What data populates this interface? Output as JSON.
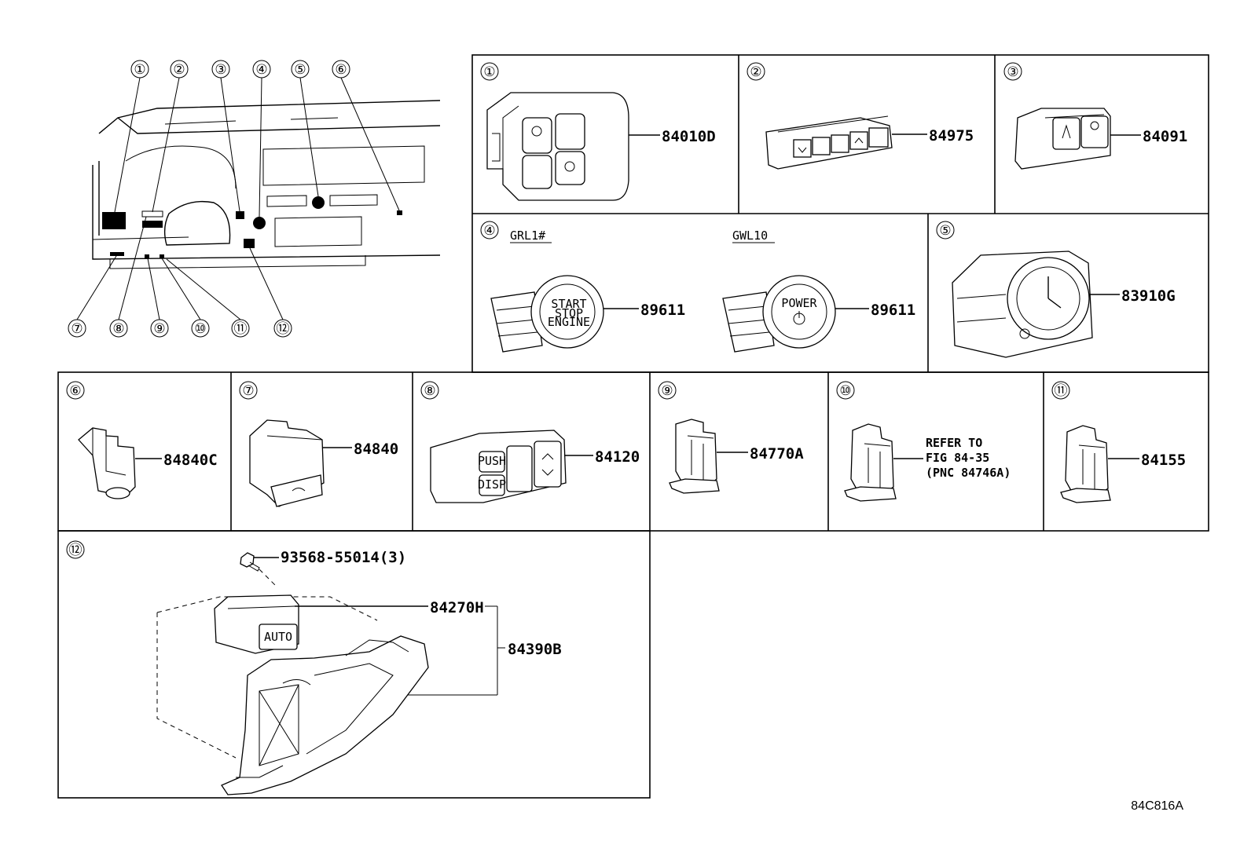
{
  "drawing_id": "84C816A",
  "callouts": [
    "①",
    "②",
    "③",
    "④",
    "⑤",
    "⑥",
    "⑦",
    "⑧",
    "⑨",
    "⑩",
    "⑪",
    "⑫"
  ],
  "panels": [
    {
      "num": "①",
      "parts": [
        "84010D"
      ]
    },
    {
      "num": "②",
      "parts": [
        "84975"
      ]
    },
    {
      "num": "③",
      "parts": [
        "84091"
      ]
    },
    {
      "num": "④",
      "variants": [
        "GRL1#",
        "GWL10"
      ],
      "parts": [
        "89611",
        "89611"
      ],
      "button_text": [
        "START",
        "STOP",
        "ENGINE",
        "POWER"
      ]
    },
    {
      "num": "⑤",
      "parts": [
        "83910G"
      ]
    },
    {
      "num": "⑥",
      "parts": [
        "84840C"
      ]
    },
    {
      "num": "⑦",
      "parts": [
        "84840"
      ]
    },
    {
      "num": "⑧",
      "parts": [
        "84120"
      ],
      "button_text": [
        "PUSH",
        "DISP"
      ]
    },
    {
      "num": "⑨",
      "parts": [
        "84770A"
      ]
    },
    {
      "num": "⑩",
      "note": [
        "REFER TO",
        "FIG 84-35",
        "(PNC 84746A)"
      ]
    },
    {
      "num": "⑪",
      "parts": [
        "84155"
      ]
    },
    {
      "num": "⑫",
      "parts": [
        "93568-55014(3)",
        "84270H",
        "84390B"
      ],
      "button_text": [
        "AUTO"
      ]
    }
  ]
}
